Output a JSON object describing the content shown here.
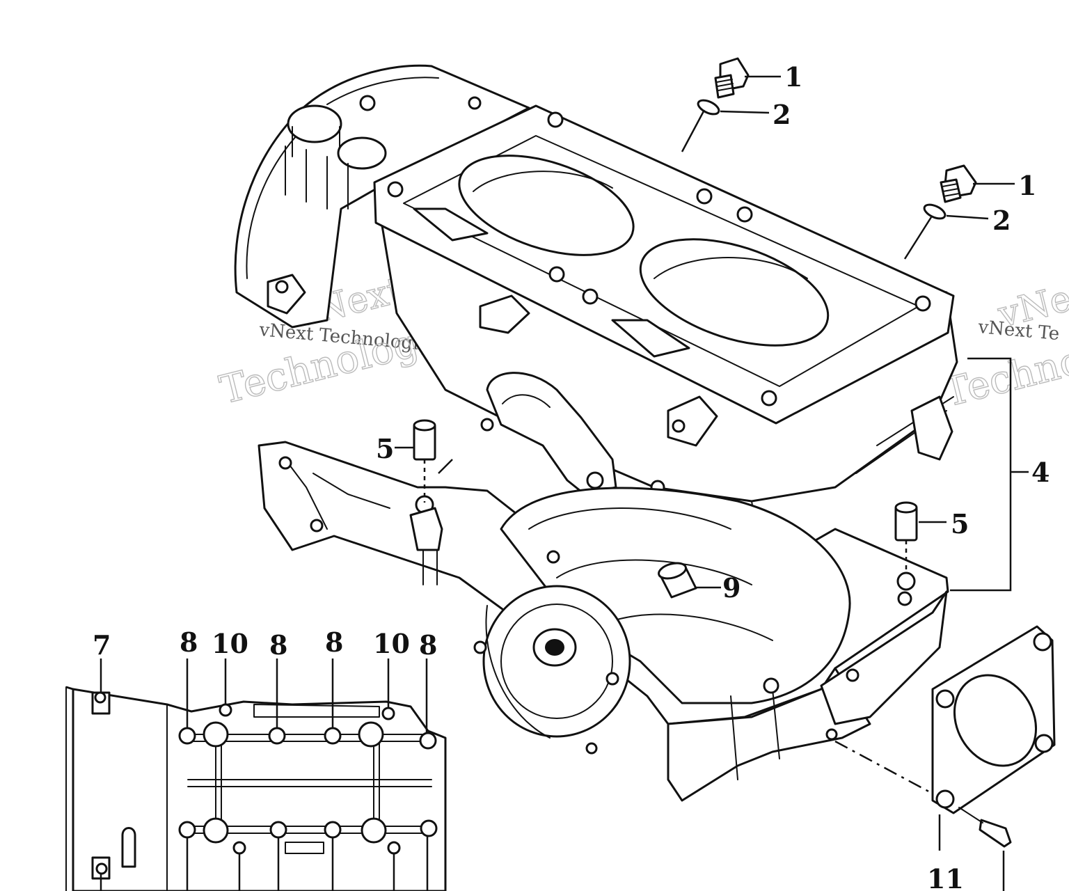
{
  "watermarks": [
    {
      "text": "vNext"
    },
    {
      "text": "vNext Technologies"
    },
    {
      "text": "Technologies"
    },
    {
      "text": "vNext"
    },
    {
      "text": "vNext Te"
    },
    {
      "text": "Technol"
    }
  ],
  "callouts": [
    {
      "text": "1"
    },
    {
      "text": "2"
    },
    {
      "text": "1"
    },
    {
      "text": "2"
    },
    {
      "text": "4"
    },
    {
      "text": "5"
    },
    {
      "text": "5"
    },
    {
      "text": "9"
    },
    {
      "text": "7"
    },
    {
      "text": "8"
    },
    {
      "text": "10"
    },
    {
      "text": "8"
    },
    {
      "text": "8"
    },
    {
      "text": "10"
    },
    {
      "text": "8"
    },
    {
      "text": "11"
    }
  ]
}
